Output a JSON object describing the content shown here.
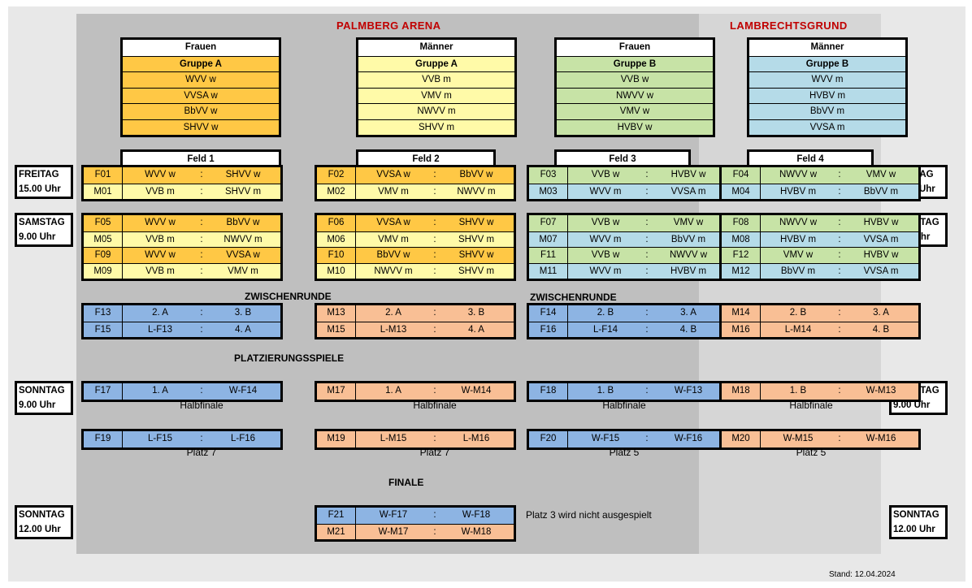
{
  "venues": {
    "palmberg": "PALMBERG ARENA",
    "lambrechtsgrund": "LAMBRECHTSGRUND"
  },
  "groups": [
    {
      "gender": "Frauen",
      "name": "Gruppe A",
      "color": "#ffc845",
      "teams": [
        "WVV w",
        "VVSA w",
        "BbVV w",
        "SHVV w"
      ]
    },
    {
      "gender": "Männer",
      "name": "Gruppe A",
      "color": "#fffaa8",
      "teams": [
        "VVB m",
        "VMV m",
        "NWVV m",
        "SHVV m"
      ]
    },
    {
      "gender": "Frauen",
      "name": "Gruppe B",
      "color": "#c7e3a6",
      "teams": [
        "VVB w",
        "NWVV w",
        "VMV w",
        "HVBV w"
      ]
    },
    {
      "gender": "Männer",
      "name": "Gruppe B",
      "color": "#b5dbe8",
      "teams": [
        "WVV m",
        "HVBV m",
        "BbVV m",
        "VVSA m"
      ]
    }
  ],
  "fields": [
    "Feld 1",
    "Feld 2",
    "Feld 3",
    "Feld 4"
  ],
  "days": {
    "fri": {
      "day": "FREITAG",
      "time": "15.00 Uhr"
    },
    "sat": {
      "day": "SAMSTAG",
      "time": "9.00 Uhr"
    },
    "sun9": {
      "day": "SONNTAG",
      "time": "9.00 Uhr"
    },
    "sun12": {
      "day": "SONNTAG",
      "time": "12.00 Uhr"
    }
  },
  "sep": ":",
  "friday": [
    [
      {
        "id": "F01",
        "t1": "WVV w",
        "t2": "SHVV w",
        "c": "or"
      },
      {
        "id": "M01",
        "t1": "VVB m",
        "t2": "SHVV m",
        "c": "ly"
      }
    ],
    [
      {
        "id": "F02",
        "t1": "VVSA w",
        "t2": "BbVV w",
        "c": "or"
      },
      {
        "id": "M02",
        "t1": "VMV m",
        "t2": "NWVV m",
        "c": "ly"
      }
    ],
    [
      {
        "id": "F03",
        "t1": "VVB w",
        "t2": "HVBV w",
        "c": "gr"
      },
      {
        "id": "M03",
        "t1": "WVV m",
        "t2": "VVSA m",
        "c": "lb"
      }
    ],
    [
      {
        "id": "F04",
        "t1": "NWVV w",
        "t2": "VMV w",
        "c": "gr"
      },
      {
        "id": "M04",
        "t1": "HVBV m",
        "t2": "BbVV m",
        "c": "lb"
      }
    ]
  ],
  "saturday": [
    [
      {
        "id": "F05",
        "t1": "WVV w",
        "t2": "BbVV w",
        "c": "or"
      },
      {
        "id": "M05",
        "t1": "VVB m",
        "t2": "NWVV m",
        "c": "ly"
      },
      {
        "id": "F09",
        "t1": "WVV w",
        "t2": "VVSA w",
        "c": "or"
      },
      {
        "id": "M09",
        "t1": "VVB m",
        "t2": "VMV m",
        "c": "ly"
      }
    ],
    [
      {
        "id": "F06",
        "t1": "VVSA w",
        "t2": "SHVV w",
        "c": "or"
      },
      {
        "id": "M06",
        "t1": "VMV m",
        "t2": "SHVV m",
        "c": "ly"
      },
      {
        "id": "F10",
        "t1": "BbVV w",
        "t2": "SHVV w",
        "c": "or"
      },
      {
        "id": "M10",
        "t1": "NWVV m",
        "t2": "SHVV m",
        "c": "ly"
      }
    ],
    [
      {
        "id": "F07",
        "t1": "VVB w",
        "t2": "VMV w",
        "c": "gr"
      },
      {
        "id": "M07",
        "t1": "WVV m",
        "t2": "BbVV m",
        "c": "lb"
      },
      {
        "id": "F11",
        "t1": "VVB w",
        "t2": "NWVV w",
        "c": "gr"
      },
      {
        "id": "M11",
        "t1": "WVV m",
        "t2": "HVBV m",
        "c": "lb"
      }
    ],
    [
      {
        "id": "F08",
        "t1": "NWVV w",
        "t2": "HVBV w",
        "c": "gr"
      },
      {
        "id": "M08",
        "t1": "HVBV m",
        "t2": "VVSA m",
        "c": "lb"
      },
      {
        "id": "F12",
        "t1": "VMV w",
        "t2": "HVBV w",
        "c": "gr"
      },
      {
        "id": "M12",
        "t1": "BbVV m",
        "t2": "VVSA m",
        "c": "lb"
      }
    ]
  ],
  "sections": {
    "zwischenrunde": "ZWISCHENRUNDE",
    "platzierung": "PLATZIERUNGSSPIELE",
    "finale": "FINALE"
  },
  "zwischen": [
    [
      {
        "id": "F13",
        "t1": "2. A",
        "t2": "3. B",
        "c": "bl"
      },
      {
        "id": "F15",
        "t1": "L-F13",
        "t2": "4. A",
        "c": "bl"
      }
    ],
    [
      {
        "id": "M13",
        "t1": "2. A",
        "t2": "3. B",
        "c": "pe"
      },
      {
        "id": "M15",
        "t1": "L-M13",
        "t2": "4. A",
        "c": "pe"
      }
    ],
    [
      {
        "id": "F14",
        "t1": "2. B",
        "t2": "3. A",
        "c": "bl"
      },
      {
        "id": "F16",
        "t1": "L-F14",
        "t2": "4. B",
        "c": "bl"
      }
    ],
    [
      {
        "id": "M14",
        "t1": "2. B",
        "t2": "3. A",
        "c": "pe"
      },
      {
        "id": "M16",
        "t1": "L-M14",
        "t2": "4. B",
        "c": "pe"
      }
    ]
  ],
  "semis": [
    {
      "id": "F17",
      "t1": "1. A",
      "t2": "W-F14",
      "c": "bl"
    },
    {
      "id": "M17",
      "t1": "1. A",
      "t2": "W-M14",
      "c": "pe"
    },
    {
      "id": "F18",
      "t1": "1. B",
      "t2": "W-F13",
      "c": "bl"
    },
    {
      "id": "M18",
      "t1": "1. B",
      "t2": "W-M13",
      "c": "pe"
    }
  ],
  "semi_labels": [
    "Halbfinale",
    "Halbfinale",
    "Halbfinale",
    "Halbfinale"
  ],
  "placements": [
    {
      "id": "F19",
      "t1": "L-F15",
      "t2": "L-F16",
      "c": "bl"
    },
    {
      "id": "M19",
      "t1": "L-M15",
      "t2": "L-M16",
      "c": "pe"
    },
    {
      "id": "F20",
      "t1": "W-F15",
      "t2": "W-F16",
      "c": "bl"
    },
    {
      "id": "M20",
      "t1": "W-M15",
      "t2": "W-M16",
      "c": "pe"
    }
  ],
  "placement_labels": [
    "Platz 7",
    "Platz 7",
    "Platz 5",
    "Platz 5"
  ],
  "finale": [
    {
      "id": "F21",
      "t1": "W-F17",
      "t2": "W-F18",
      "c": "bl"
    },
    {
      "id": "M21",
      "t1": "W-M17",
      "t2": "W-M18",
      "c": "pe"
    }
  ],
  "finale_note": "Platz 3 wird nicht ausgespielt",
  "stand": "Stand: 12.04.2024"
}
